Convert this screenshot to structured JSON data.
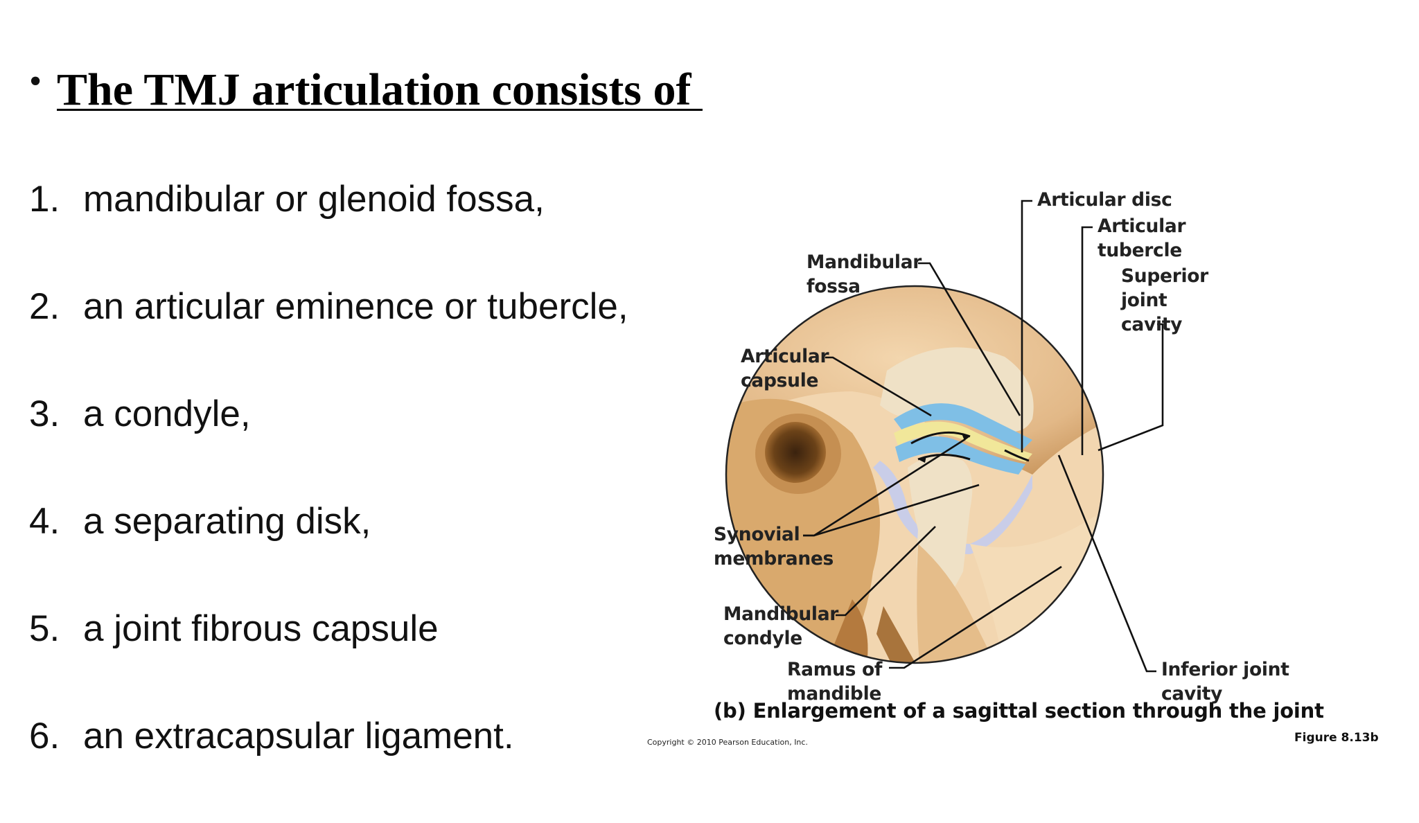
{
  "slide": {
    "bullet": "•",
    "title": "The TMJ articulation consists of ",
    "items": [
      {
        "number": "1.",
        "text": "mandibular or glenoid fossa,"
      },
      {
        "number": "2.",
        "text": "an articular eminence or tubercle,"
      },
      {
        "number": "3.",
        "text": "a condyle,"
      },
      {
        "number": "4.",
        "text": "a separating disk,"
      },
      {
        "number": "5.",
        "text": "a joint fibrous capsule"
      },
      {
        "number": "6.",
        "text": "an extracapsular ligament."
      }
    ]
  },
  "figure": {
    "labels": {
      "articular_disc": "Articular disc",
      "articular_tubercle": "Articular\ntubercle",
      "mandibular_fossa": "Mandibular\nfossa",
      "superior_joint_cavity": "Superior\njoint\ncavity",
      "articular_capsule": "Articular\ncapsule",
      "synovial_membranes": "Synovial\nmembranes",
      "mandibular_condyle": "Mandibular\ncondyle",
      "ramus_of_mandible": "Ramus of\nmandible",
      "inferior_joint_cavity": "Inferior joint\ncavity"
    },
    "caption": "(b) Enlargement of a sagittal section through the joint",
    "copyright": "Copyright © 2010 Pearson Education, Inc.",
    "figure_number": "Figure 8.13b",
    "colors": {
      "bone": "#e2b887",
      "bone_shadow": "#b27d43",
      "spongy_bone": "#efe1c6",
      "cartilage_blue": "#7fbfe6",
      "disc_yellow": "#f1e79a",
      "capsule": "#c9cde8"
    }
  }
}
